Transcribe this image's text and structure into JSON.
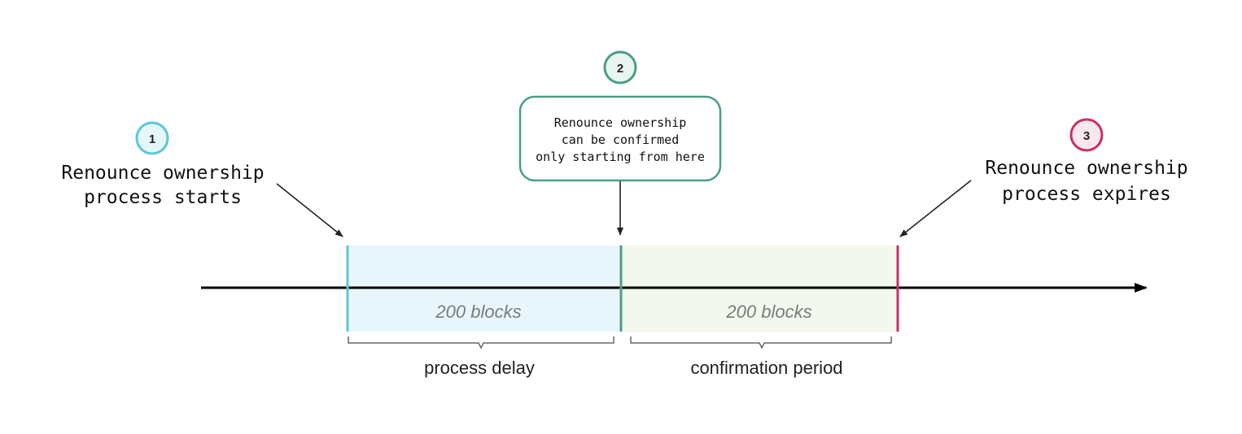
{
  "markers": [
    {
      "id": "1",
      "label_lines": [
        "Renounce ownership",
        "process starts"
      ],
      "color": "#5bc8d6",
      "fill": "#e6f7f9"
    },
    {
      "id": "2",
      "label_lines": [
        "Renounce ownership",
        "can be confirmed",
        "only starting from here"
      ],
      "color": "#4a9e88",
      "fill": "#e8f5f0"
    },
    {
      "id": "3",
      "label_lines": [
        "Renounce ownership",
        "process expires"
      ],
      "color": "#cc2f63",
      "fill": "#fae7ee"
    }
  ],
  "segments": [
    {
      "blocks_label": "200 blocks",
      "period_label": "process delay",
      "fill": "#e8f6fb"
    },
    {
      "blocks_label": "200 blocks",
      "period_label": "confirmation period",
      "fill": "#f3f8ee"
    }
  ],
  "colors": {
    "timeline": "#000000",
    "arrow": "#222222",
    "bracket": "#666666",
    "blocks_text": "#7a7a7a",
    "period_text": "#222222"
  }
}
